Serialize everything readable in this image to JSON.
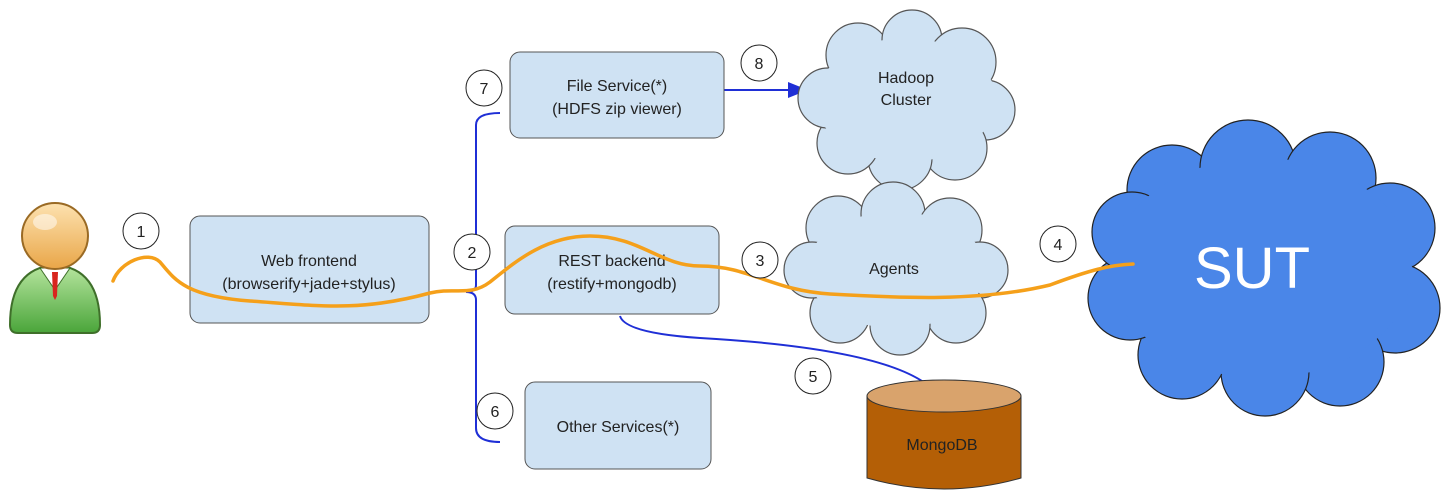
{
  "user": {
    "icon": "user-icon"
  },
  "boxes": {
    "web_frontend": {
      "line1": "Web frontend",
      "line2": "(browserify+jade+stylus)"
    },
    "rest_backend": {
      "line1": "REST backend",
      "line2": "(restify+mongodb)"
    },
    "file_service": {
      "line1": "File Service(*)",
      "line2": "(HDFS zip viewer)"
    },
    "other_services": {
      "line1": "Other Services(*)"
    }
  },
  "clouds": {
    "hadoop": {
      "line1": "Hadoop",
      "line2": "Cluster"
    },
    "agents": {
      "line1": "Agents"
    },
    "sut": {
      "line1": "SUT"
    }
  },
  "database": {
    "label": "MongoDB"
  },
  "steps": [
    "1",
    "2",
    "3",
    "4",
    "5",
    "6",
    "7",
    "8"
  ],
  "colors": {
    "box_fill": "#cfe2f3",
    "cloud_fill": "#cfe2f3",
    "sut_fill": "#4a86e8",
    "db_fill": "#b45f06",
    "db_top": "#d9a36c",
    "flow_line": "#f5a01a",
    "connector": "#1f2fd6"
  }
}
